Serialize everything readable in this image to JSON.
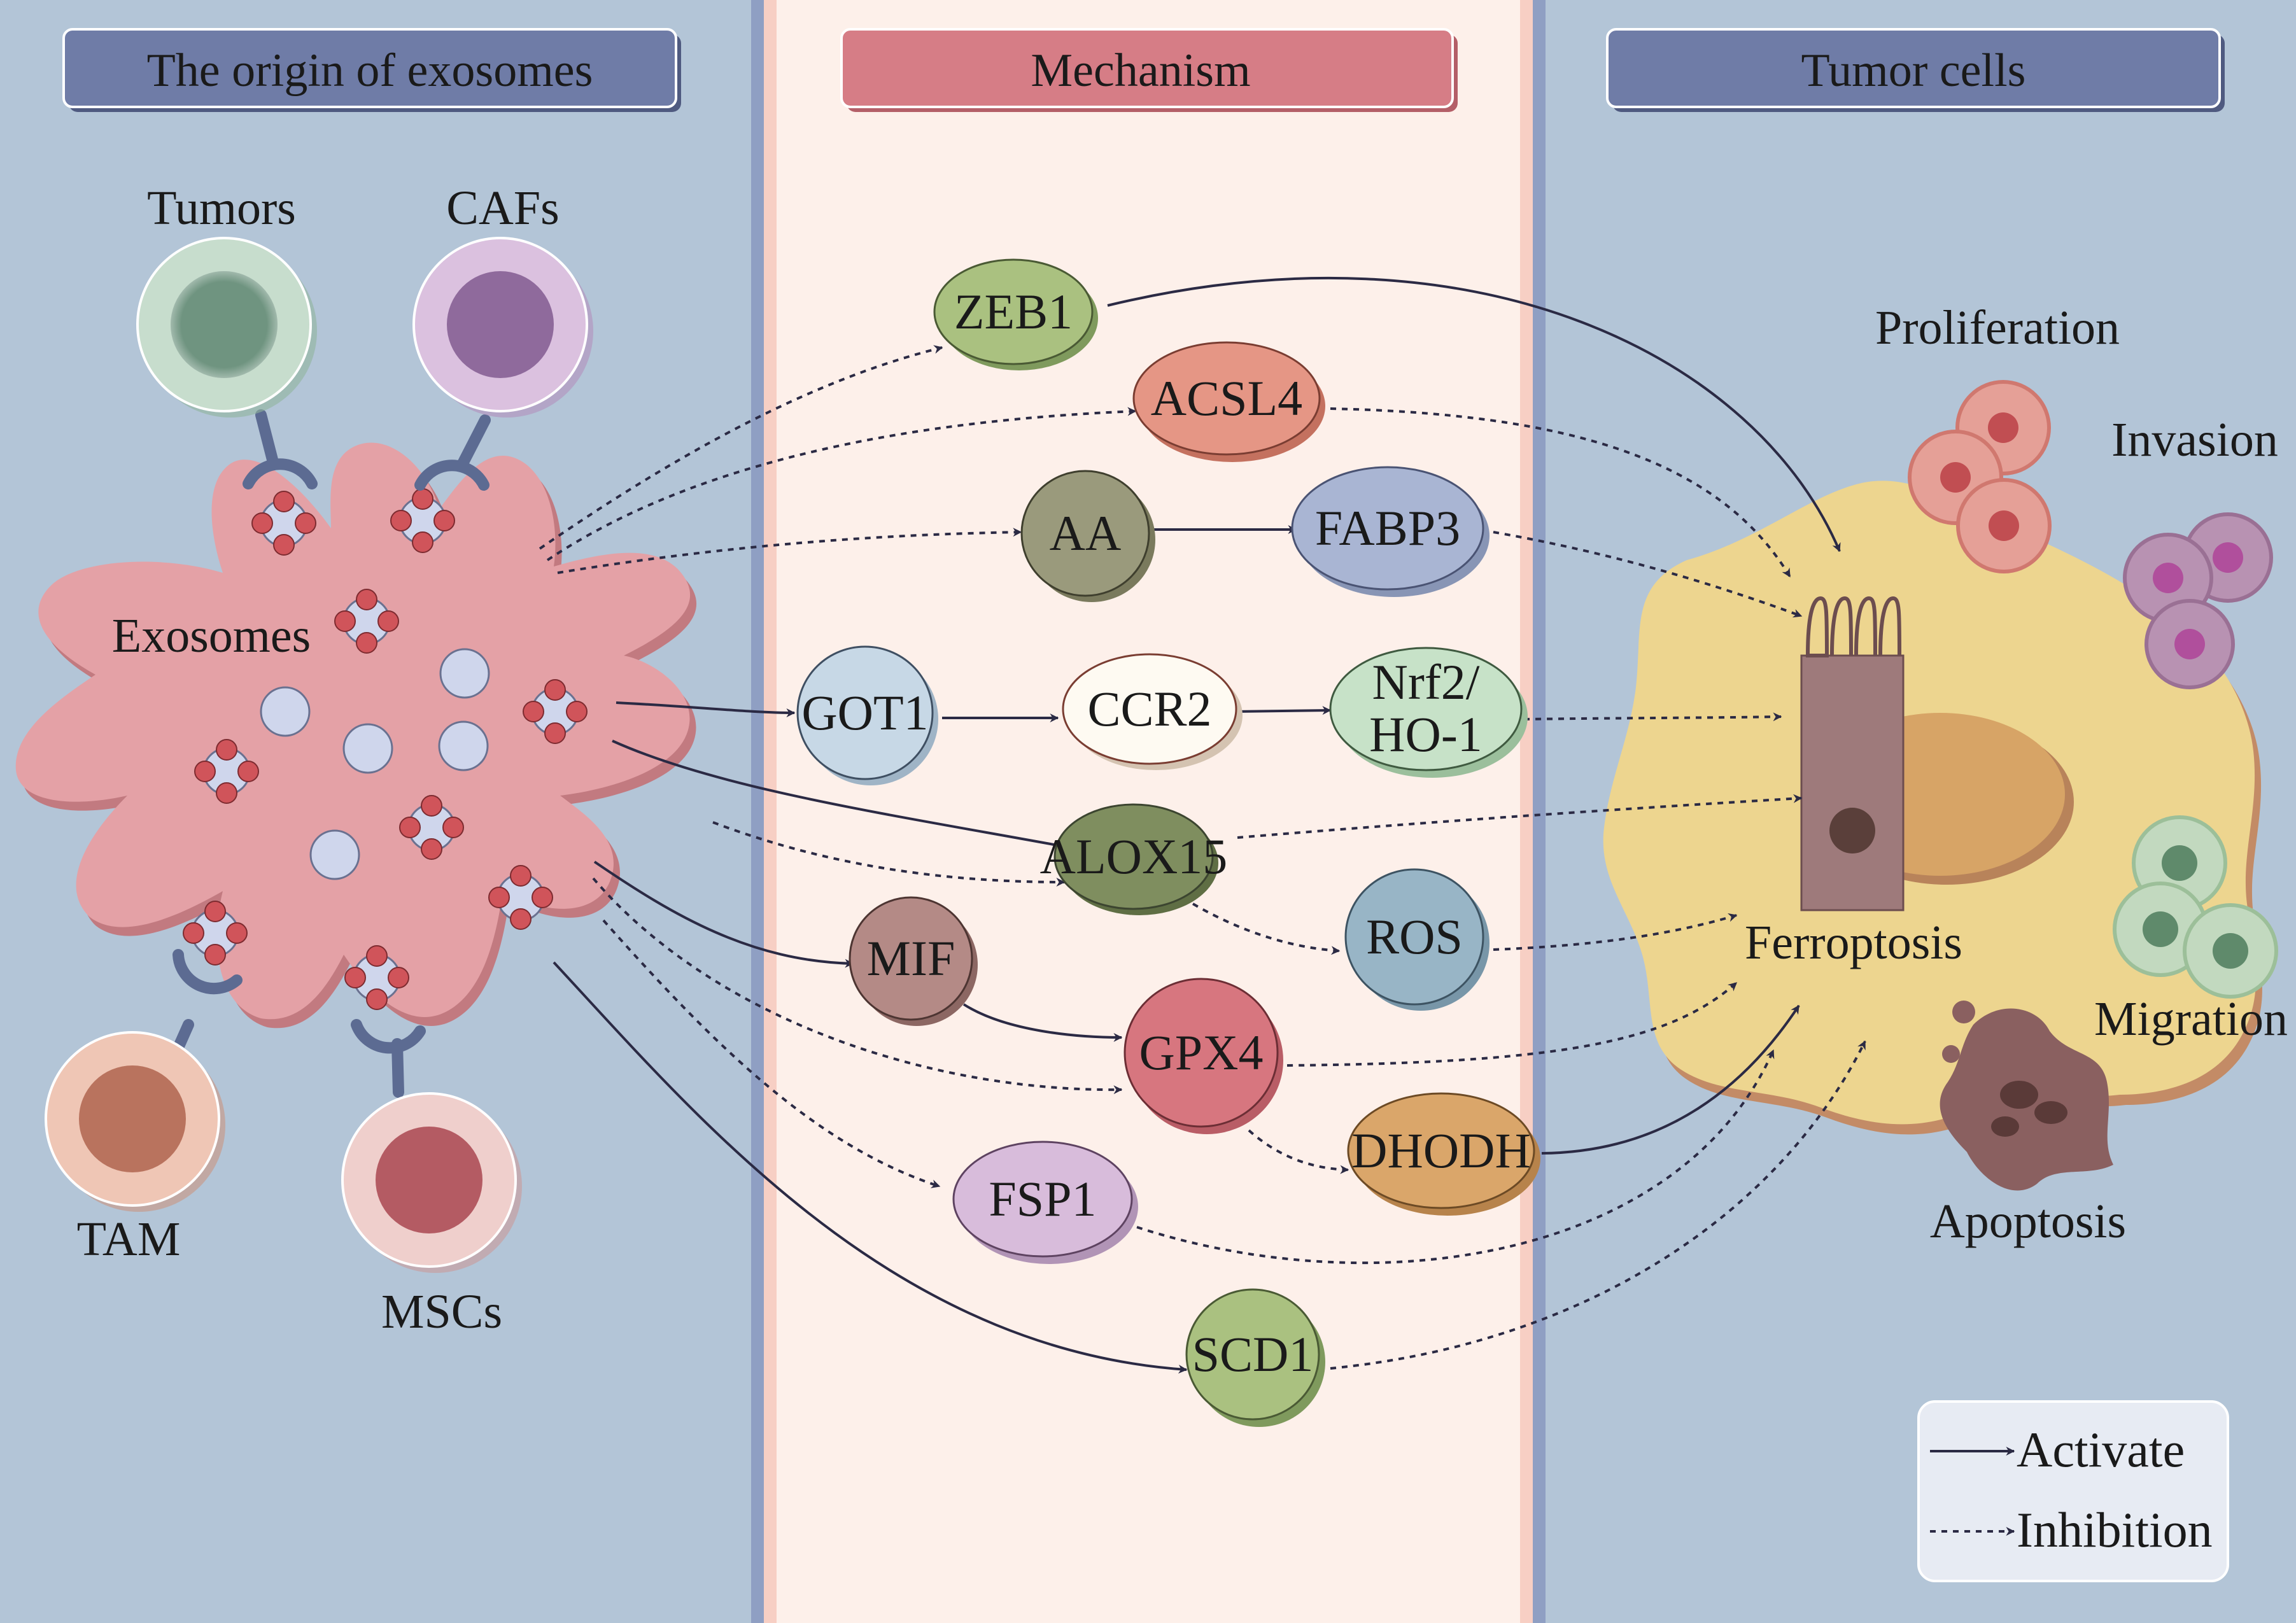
{
  "headers": {
    "origin": "The origin of exosomes",
    "mechanism": "Mechanism",
    "tumor_cells": "Tumor cells"
  },
  "sources": {
    "tumors": "Tumors",
    "cafs": "CAFs",
    "tam": "TAM",
    "mscs": "MSCs",
    "exosomes": "Exosomes"
  },
  "nodes": {
    "zeb1": "ZEB1",
    "acsl4": "ACSL4",
    "aa": "AA",
    "fabp3": "FABP3",
    "got1": "GOT1",
    "ccr2": "CCR2",
    "nrf2_line1": "Nrf2/",
    "nrf2_line2": "HO-1",
    "alox15": "ALOX15",
    "ros": "ROS",
    "mif": "MIF",
    "gpx4": "GPX4",
    "dhodh": "DHODH",
    "fsp1": "FSP1",
    "scd1": "SCD1"
  },
  "outcomes": {
    "proliferation": "Proliferation",
    "invasion": "Invasion",
    "ferroptosis": "Ferroptosis",
    "migration": "Migration",
    "apoptosis": "Apoptosis"
  },
  "legend": {
    "activate": "Activate",
    "inhibition": "Inhibition"
  },
  "colors": {
    "left_bg": "#b3c5d7",
    "mid_bg": "#fdf0ea",
    "header_blue": "#6f7ca7",
    "header_red": "#d67d86",
    "exosome_body": "#e4a1a6",
    "tumor_cell": "#edd58f",
    "arrow": "#2b2a44"
  }
}
